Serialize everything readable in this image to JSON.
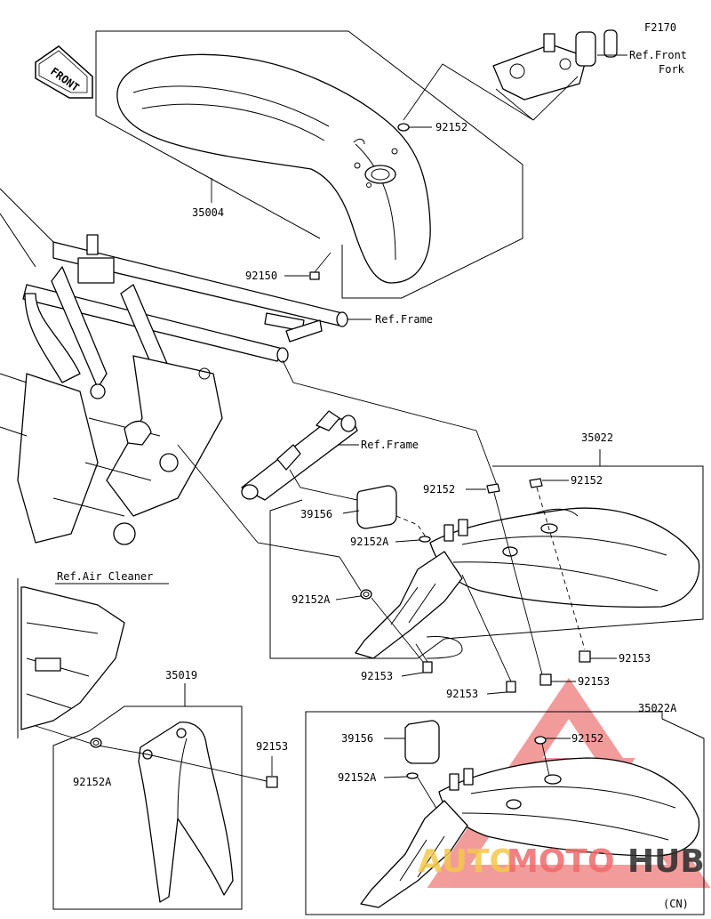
{
  "diagram_code": "F2170",
  "front_indicator": "FRONT",
  "region_note": "(CN)",
  "watermark": {
    "word_auto": "AUTO",
    "word_moto": "MOTO",
    "word_hub": "HUB",
    "colors": {
      "auto": "#f5c84a",
      "moto": "#f06a6a",
      "hub": "#2b2b2b",
      "logo": "#e84b4b"
    }
  },
  "references": {
    "front_fork": [
      "Ref.Front",
      "Fork"
    ],
    "frame_upper": "Ref.Frame",
    "frame_lower": "Ref.Frame",
    "air_cleaner": "Ref.Air Cleaner"
  },
  "part_labels": {
    "front_fender": "35004",
    "fender_nut": "92152",
    "fender_bolt": "92150",
    "rear_fender_assy": "35022",
    "rear_nut_a": "92152",
    "rear_nut_b": "92152",
    "pad": "39156",
    "clip_a": "92152A",
    "collar_a": "92152A",
    "bolt_a": "92153",
    "bolt_b": "92153",
    "bolt_c": "92153",
    "bolt_d": "92153",
    "flap": "35019",
    "flap_bolt": "92153",
    "flap_collar": "92152A",
    "rear_fender_cn": "35022A",
    "cn_pad": "39156",
    "cn_nut": "92152",
    "cn_clip": "92152A"
  }
}
